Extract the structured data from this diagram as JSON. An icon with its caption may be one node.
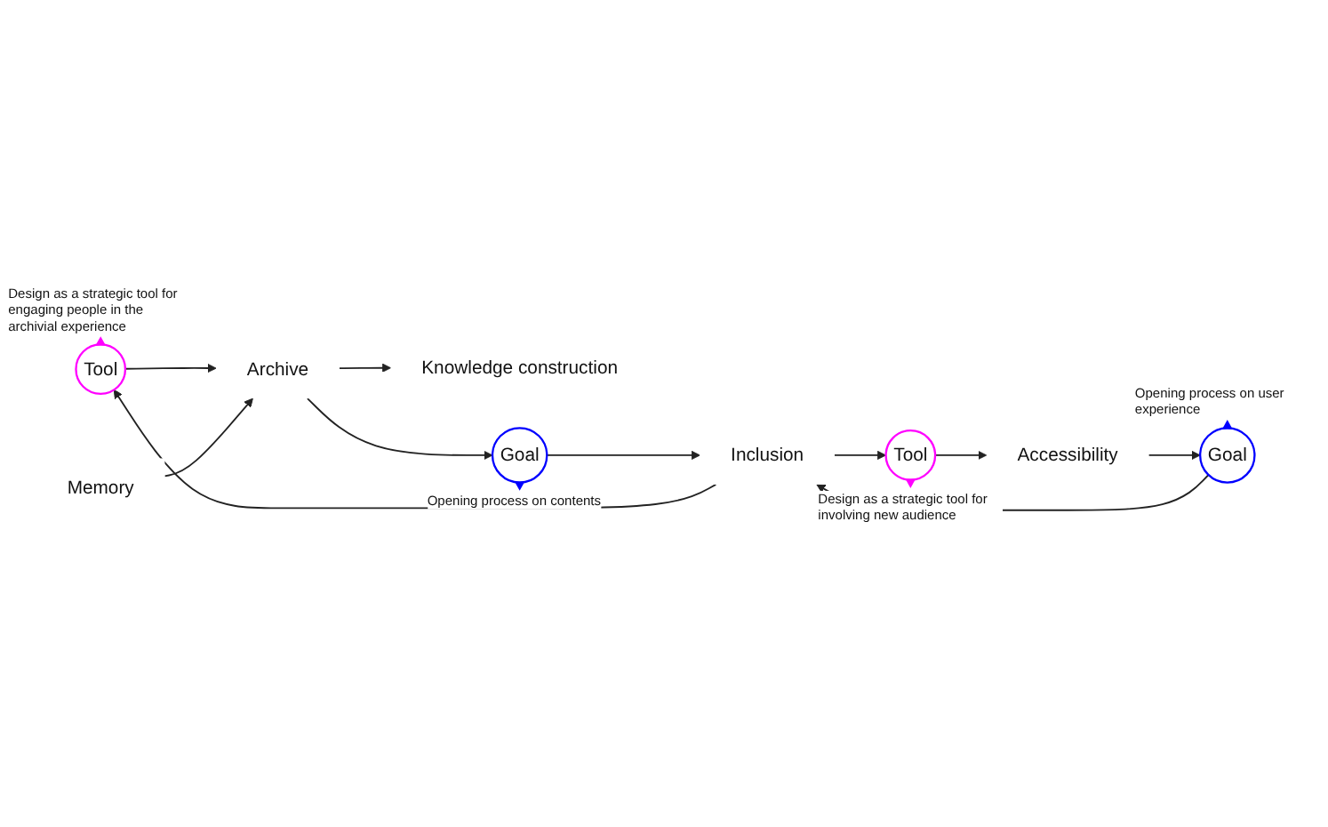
{
  "diagram": {
    "nodes": [
      {
        "text": [
          "Knowledge construction"
        ]
      },
      {
        "text": [
          "Tool"
        ],
        "beside": [
          "Design as a strategic tool for engaging people in the archivial experience"
        ]
      },
      {
        "text": [
          "Goal"
        ],
        "beside": [
          "Opening process on user experience"
        ]
      },
      {
        "text": [
          "Archive"
        ]
      },
      {
        "text": [
          "Inclusion"
        ]
      },
      {
        "text": [
          "Accessibility"
        ]
      },
      {
        "text": [
          "Memory"
        ]
      },
      {
        "text": [
          "Goal"
        ],
        "beside": [
          "Opening process on contents"
        ]
      },
      {
        "text": [
          "Tool"
        ],
        "beside": [
          "Design as a strategic tool for involving new audience"
        ]
      }
    ],
    "edges": [
      {
        "from": 3,
        "to": 0,
        "arrow": "to"
      },
      {
        "from": 1,
        "to": 3,
        "arrow": "to"
      },
      {
        "from": 4,
        "to": 1,
        "arrow": "to"
      },
      {
        "from": 2,
        "to": 4,
        "arrow": "to"
      },
      {
        "from": 5,
        "to": 2,
        "arrow": "to"
      },
      {
        "from": 6,
        "to": 3,
        "arrow": "to"
      },
      {
        "from": 3,
        "to": 7,
        "arrow": "to"
      },
      {
        "from": 7,
        "to": 4,
        "arrow": "to"
      },
      {
        "from": 4,
        "to": 8,
        "arrow": "to"
      },
      {
        "from": 8,
        "to": 5,
        "arrow": "to"
      }
    ]
  }
}
